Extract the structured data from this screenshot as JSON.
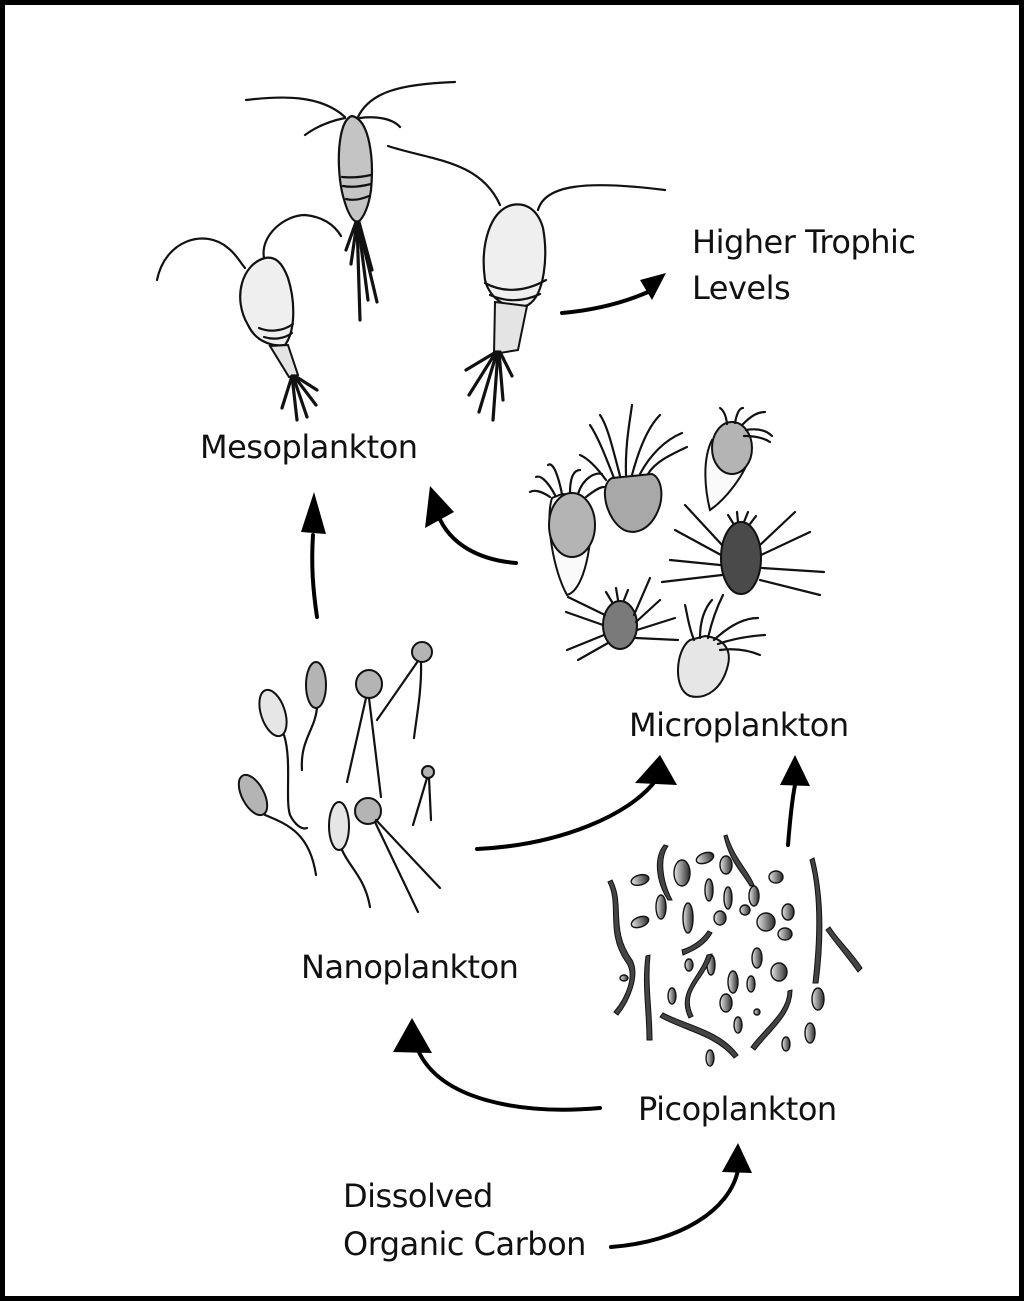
{
  "diagram": {
    "type": "food-web",
    "colors": {
      "border": "#000000",
      "background": "#ffffff",
      "light_fill": "#efefef",
      "mid_fill": "#c4c4c4",
      "grey_fill": "#a8a8a8",
      "dark_fill": "#6a6a6a",
      "darkest_fill": "#4a4a4a",
      "line": "#111111"
    },
    "nodes": {
      "higher_trophic": {
        "line1": "Higher Trophic",
        "line2": "Levels"
      },
      "mesoplankton": {
        "label": "Mesoplankton",
        "icon": "copepod-icon"
      },
      "microplankton": {
        "label": "Microplankton",
        "icon": "ciliate-icon"
      },
      "nanoplankton": {
        "label": "Nanoplankton",
        "icon": "flagellate-icon"
      },
      "picoplankton": {
        "label": "Picoplankton",
        "icon": "bacteria-icon"
      },
      "doc": {
        "line1": "Dissolved",
        "line2": "Organic Carbon"
      }
    },
    "edges": [
      {
        "from": "Dissolved Organic Carbon",
        "to": "Picoplankton"
      },
      {
        "from": "Picoplankton",
        "to": "Nanoplankton"
      },
      {
        "from": "Picoplankton",
        "to": "Microplankton"
      },
      {
        "from": "Nanoplankton",
        "to": "Microplankton"
      },
      {
        "from": "Nanoplankton",
        "to": "Mesoplankton"
      },
      {
        "from": "Microplankton",
        "to": "Mesoplankton"
      },
      {
        "from": "Mesoplankton",
        "to": "Higher Trophic Levels"
      }
    ]
  }
}
